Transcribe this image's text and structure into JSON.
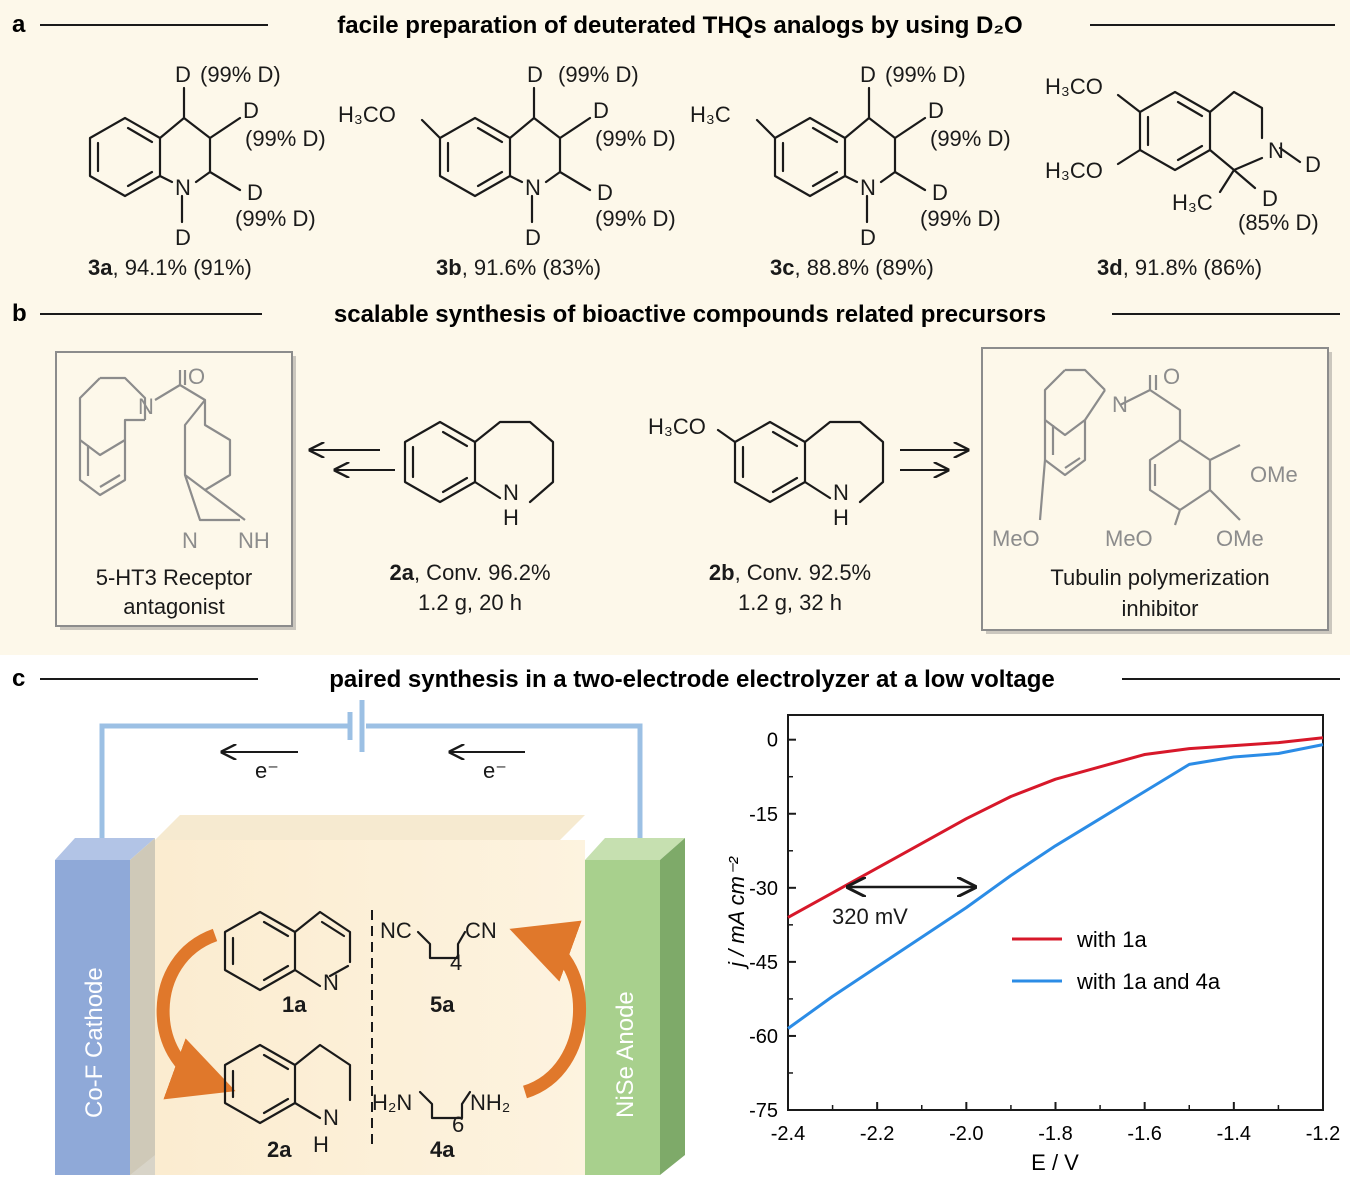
{
  "section_a": {
    "label": "a",
    "title": "facile preparation of deuterated THQs analogs by using D₂O",
    "compounds": [
      {
        "id": "3a",
        "caption": ", 94.1% (91%)",
        "d4": "(99% D)",
        "d3": "(99% D)",
        "d2": "(99% D)"
      },
      {
        "id": "3b",
        "caption": ", 91.6% (83%)",
        "d4": "(99% D)",
        "d3": "(99% D)",
        "d2": "(99% D)",
        "substituent": "H₃CO"
      },
      {
        "id": "3c",
        "caption": ", 88.8% (89%)",
        "d4": "(99% D)",
        "d3": "(99% D)",
        "d2": "(99% D)",
        "substituent": "H₃C"
      },
      {
        "id": "3d",
        "caption": ", 91.8% (86%)",
        "d1": "(85% D)",
        "sub1": "H₃CO",
        "sub2": "H₃CO",
        "sub3": "H₃C"
      }
    ],
    "atoms": {
      "D": "D",
      "N": "N"
    }
  },
  "section_b": {
    "label": "b",
    "title": "scalable synthesis of bioactive compounds related precursors",
    "left_box": {
      "line1": "5-HT3 Receptor",
      "line2": "antagonist"
    },
    "right_box": {
      "line1": "Tubulin polymerization",
      "line2": "inhibitor"
    },
    "sm_2a": {
      "id": "2a",
      "line1": ", Conv. 96.2%",
      "line2": "1.2 g, 20 h"
    },
    "sm_2b": {
      "id": "2b",
      "line1": ", Conv. 92.5%",
      "line2": "1.2 g, 32 h",
      "substituent": "H₃CO"
    },
    "atoms": {
      "O": "O",
      "N": "N",
      "H": "H",
      "NH": "NH",
      "OMe": "OMe",
      "MeO": "MeO"
    }
  },
  "section_c": {
    "label": "c",
    "title": "paired synthesis in a two-electrode electrolyzer at a low voltage",
    "electron": "e⁻",
    "cathode_label": "Co-F  Cathode",
    "anode_label": "NiSe  Anode",
    "compounds": {
      "q1a": "1a",
      "q2a": "2a",
      "p5a": "5a",
      "p4a": "4a"
    },
    "fragments": {
      "nc": "NC",
      "cn": "CN",
      "h2n": "H₂N",
      "nh2": "NH₂",
      "sub4": "4",
      "sub6": "6",
      "N": "N",
      "NH": "N",
      "H": "H"
    },
    "colors": {
      "cathode": "#8fa9d8",
      "anode": "#a8d08d",
      "arrow": "#e0782b",
      "wire": "#9cc0e4"
    }
  },
  "chart_data": {
    "type": "line",
    "xlabel": "E / V",
    "ylabel": "j / mA cm⁻²",
    "xlim": [
      -2.4,
      -1.2
    ],
    "ylim": [
      -75,
      5
    ],
    "xticks": [
      -2.4,
      -2.2,
      -2.0,
      -1.8,
      -1.6,
      -1.4,
      -1.2
    ],
    "yticks": [
      0,
      -15,
      -30,
      -45,
      -60,
      -75
    ],
    "xtick_labels": [
      "-2.4",
      "-2.2",
      "-2.0",
      "-1.8",
      "-1.6",
      "-1.4",
      "-1.2"
    ],
    "ytick_labels": [
      "0",
      "-15",
      "-30",
      "-45",
      "-60",
      "-75"
    ],
    "annotation": "320 mV",
    "legend_position": "right",
    "series": [
      {
        "name": "with  1a",
        "color": "#d7182a",
        "x": [
          -2.4,
          -2.3,
          -2.2,
          -2.1,
          -2.0,
          -1.9,
          -1.8,
          -1.7,
          -1.6,
          -1.5,
          -1.4,
          -1.3,
          -1.2
        ],
        "y": [
          -36,
          -31,
          -26,
          -21,
          -16,
          -11.5,
          -8,
          -5.5,
          -3,
          -1.8,
          -1.2,
          -0.6,
          0.4
        ]
      },
      {
        "name": "with 1a and 4a",
        "color": "#2b8ce6",
        "x": [
          -2.4,
          -2.3,
          -2.2,
          -2.1,
          -2.0,
          -1.9,
          -1.8,
          -1.7,
          -1.6,
          -1.5,
          -1.4,
          -1.3,
          -1.2
        ],
        "y": [
          -58.5,
          -52,
          -46,
          -40,
          -34,
          -27.5,
          -21.5,
          -16,
          -10.5,
          -5,
          -3.5,
          -2.8,
          -1
        ]
      }
    ]
  }
}
